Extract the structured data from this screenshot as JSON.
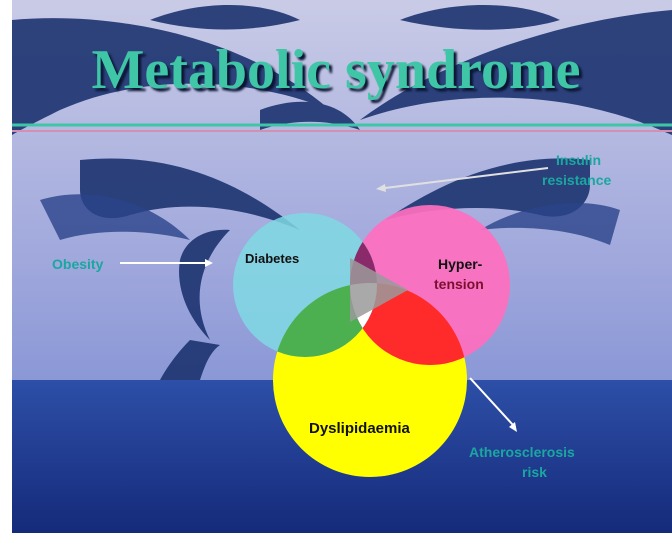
{
  "title": "Metabolic syndrome",
  "labels": {
    "obesity": "Obesity",
    "insulin_resistance_line1": "Insulin",
    "insulin_resistance_line2": "resistance",
    "diabetes": "Diabetes",
    "hypertension_line1": "Hyper-",
    "hypertension_line2": "tension",
    "dyslipidaemia": "Dyslipidaemia",
    "atherosclerosis_line1": "Atherosclerosis",
    "atherosclerosis_line2": "risk"
  },
  "colors": {
    "title": "#3fc6a7",
    "circle_diabetes": "#7fd9e3",
    "circle_hypertension": "#ff6fbf",
    "circle_dyslipidaemia": "#ffff00",
    "annotation": "#1aa7a0",
    "play_button": "#9a9a9a"
  },
  "icons": [
    "play-button-icon"
  ]
}
